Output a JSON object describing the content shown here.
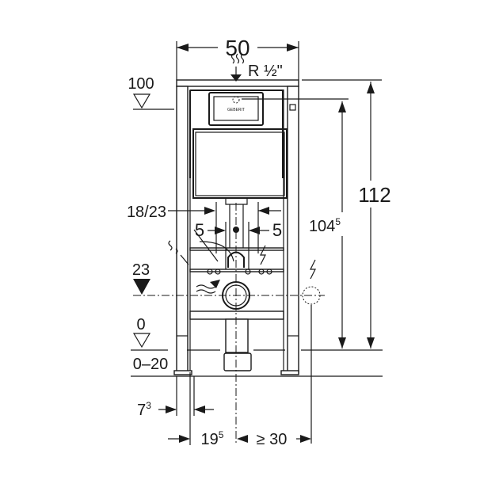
{
  "dimensions": {
    "width": "50",
    "supply": "R ½\"",
    "top_level": "100",
    "height_total": "112",
    "height_inner_base": "104",
    "height_inner_sup": "5",
    "pipe_spacing": "18/23",
    "offset_left": "5",
    "offset_right": "5",
    "outlet_level": "23",
    "floor_level": "0",
    "floor_range": "0–20",
    "depth_base": "7",
    "depth_sup": "3",
    "axis_base": "19",
    "axis_sup": "5",
    "electric_distance": "≥ 30"
  },
  "logo": "GEBERIT"
}
